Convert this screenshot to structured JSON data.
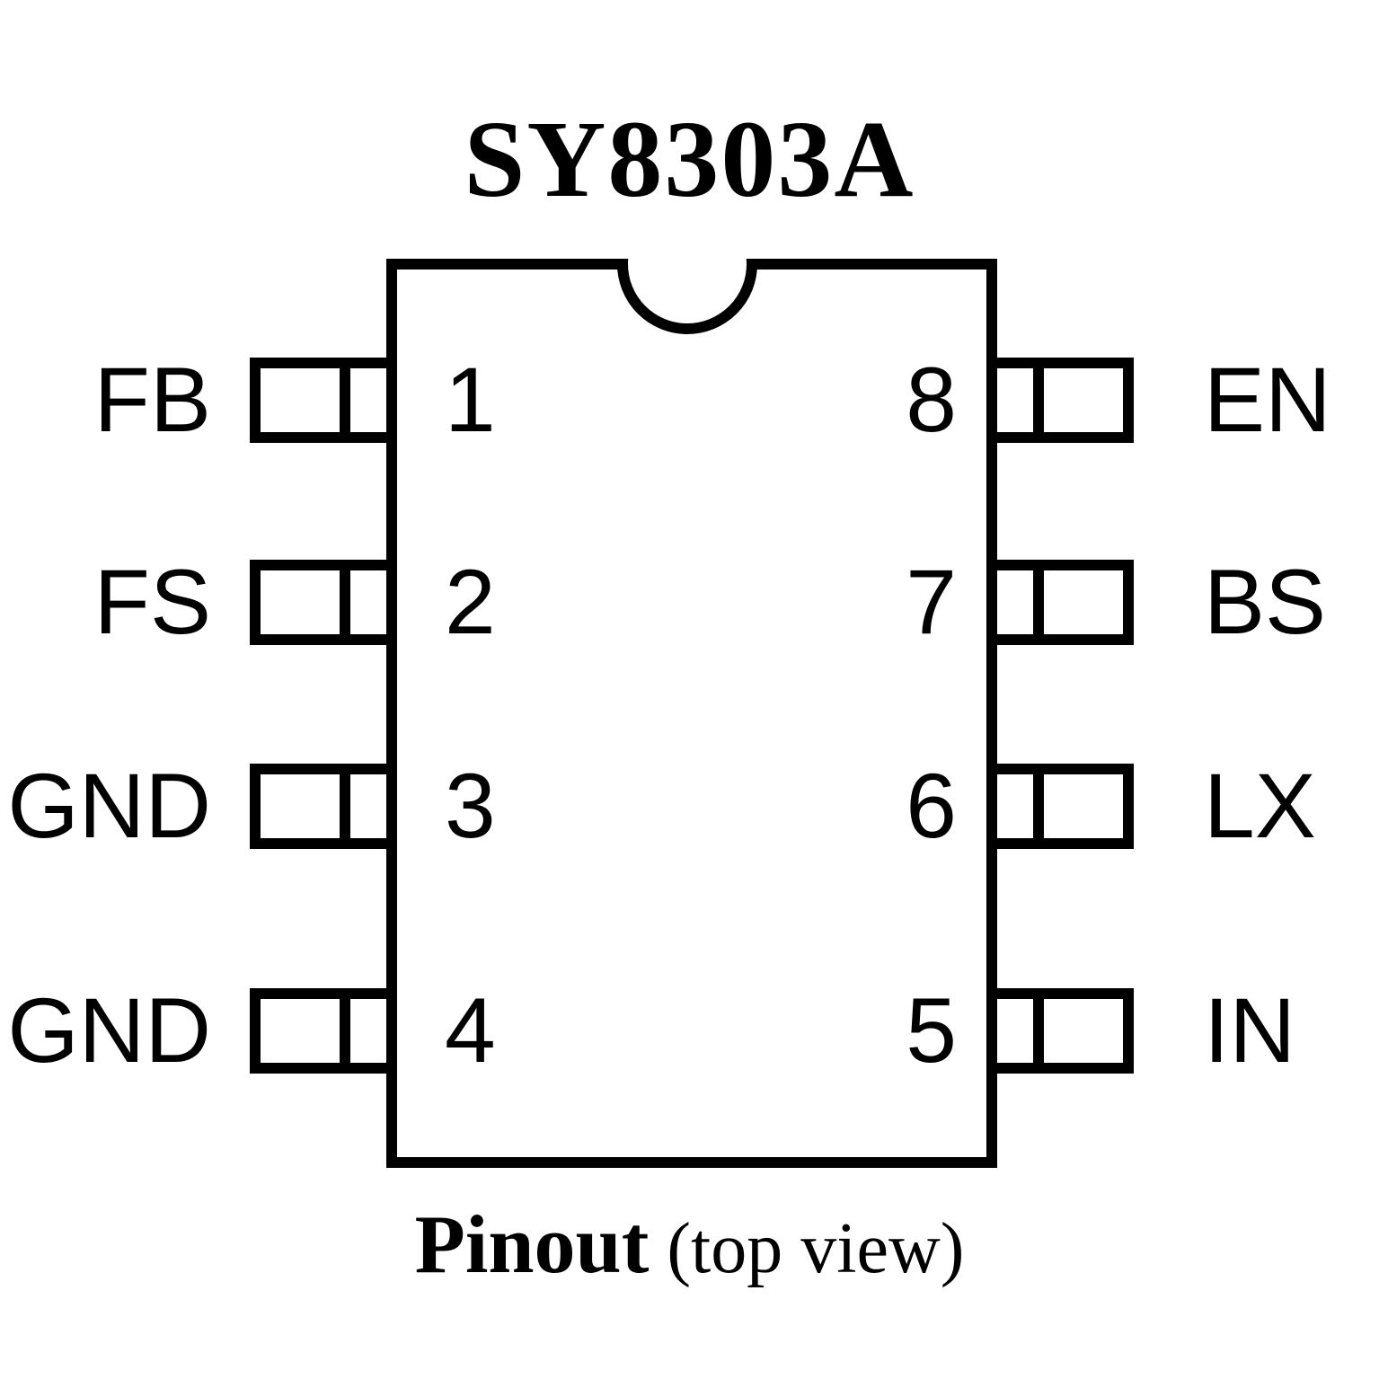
{
  "title": "SY8303A",
  "caption": {
    "bold": "Pinout",
    "normal": " (top view)"
  },
  "diagram": {
    "package_type": "8-pin top view pinout",
    "line_color": "#000000",
    "background_color": "#ffffff"
  },
  "pins": {
    "left": [
      {
        "number": "1",
        "label": "FB"
      },
      {
        "number": "2",
        "label": "FS"
      },
      {
        "number": "3",
        "label": "GND"
      },
      {
        "number": "4",
        "label": "GND"
      }
    ],
    "right": [
      {
        "number": "8",
        "label": "EN"
      },
      {
        "number": "7",
        "label": "BS"
      },
      {
        "number": "6",
        "label": "LX"
      },
      {
        "number": "5",
        "label": "IN"
      }
    ]
  }
}
